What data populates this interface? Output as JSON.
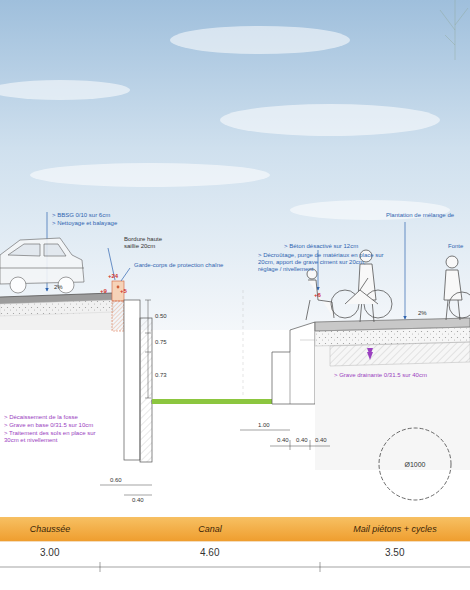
{
  "diagram": {
    "nodes": [
      {
        "text": [
          "Chaussée"
        ]
      },
      {
        "text": [
          "Canal"
        ]
      },
      {
        "text": [
          "Mail piétons + cycles"
        ]
      },
      {
        "text": [
          "Ø1000"
        ]
      }
    ],
    "labels": [
      "> BBSG 0/10 sur 6cm",
      "> Nettoyage et balayage",
      "Bordure haute saillie 20cm",
      "Garde-corps de protection chaîne",
      "+24",
      "+9",
      "+5",
      "2%",
      "0.50",
      "0.75",
      "0.73",
      "> Décaissement de la fosse",
      "> Grave en base 0/31.5 sur 10cm",
      "> Traitement des sols en place sur 30cm et nivellement",
      "0.60",
      "0.40",
      "> Béton désactivé sur 12cm",
      "> Décroûtage, purge de matériaux en place sur 20cm, apport de grave ciment sur 20cm, réglage / nivellement",
      "Plantation de mélange de",
      "Fonte",
      "+6",
      "2%",
      "1.00",
      "0.40",
      "0.40",
      "0.40",
      "> Grave drainante 0/31.5 sur 40cm",
      "3.00",
      "4.60",
      "3.50"
    ]
  }
}
